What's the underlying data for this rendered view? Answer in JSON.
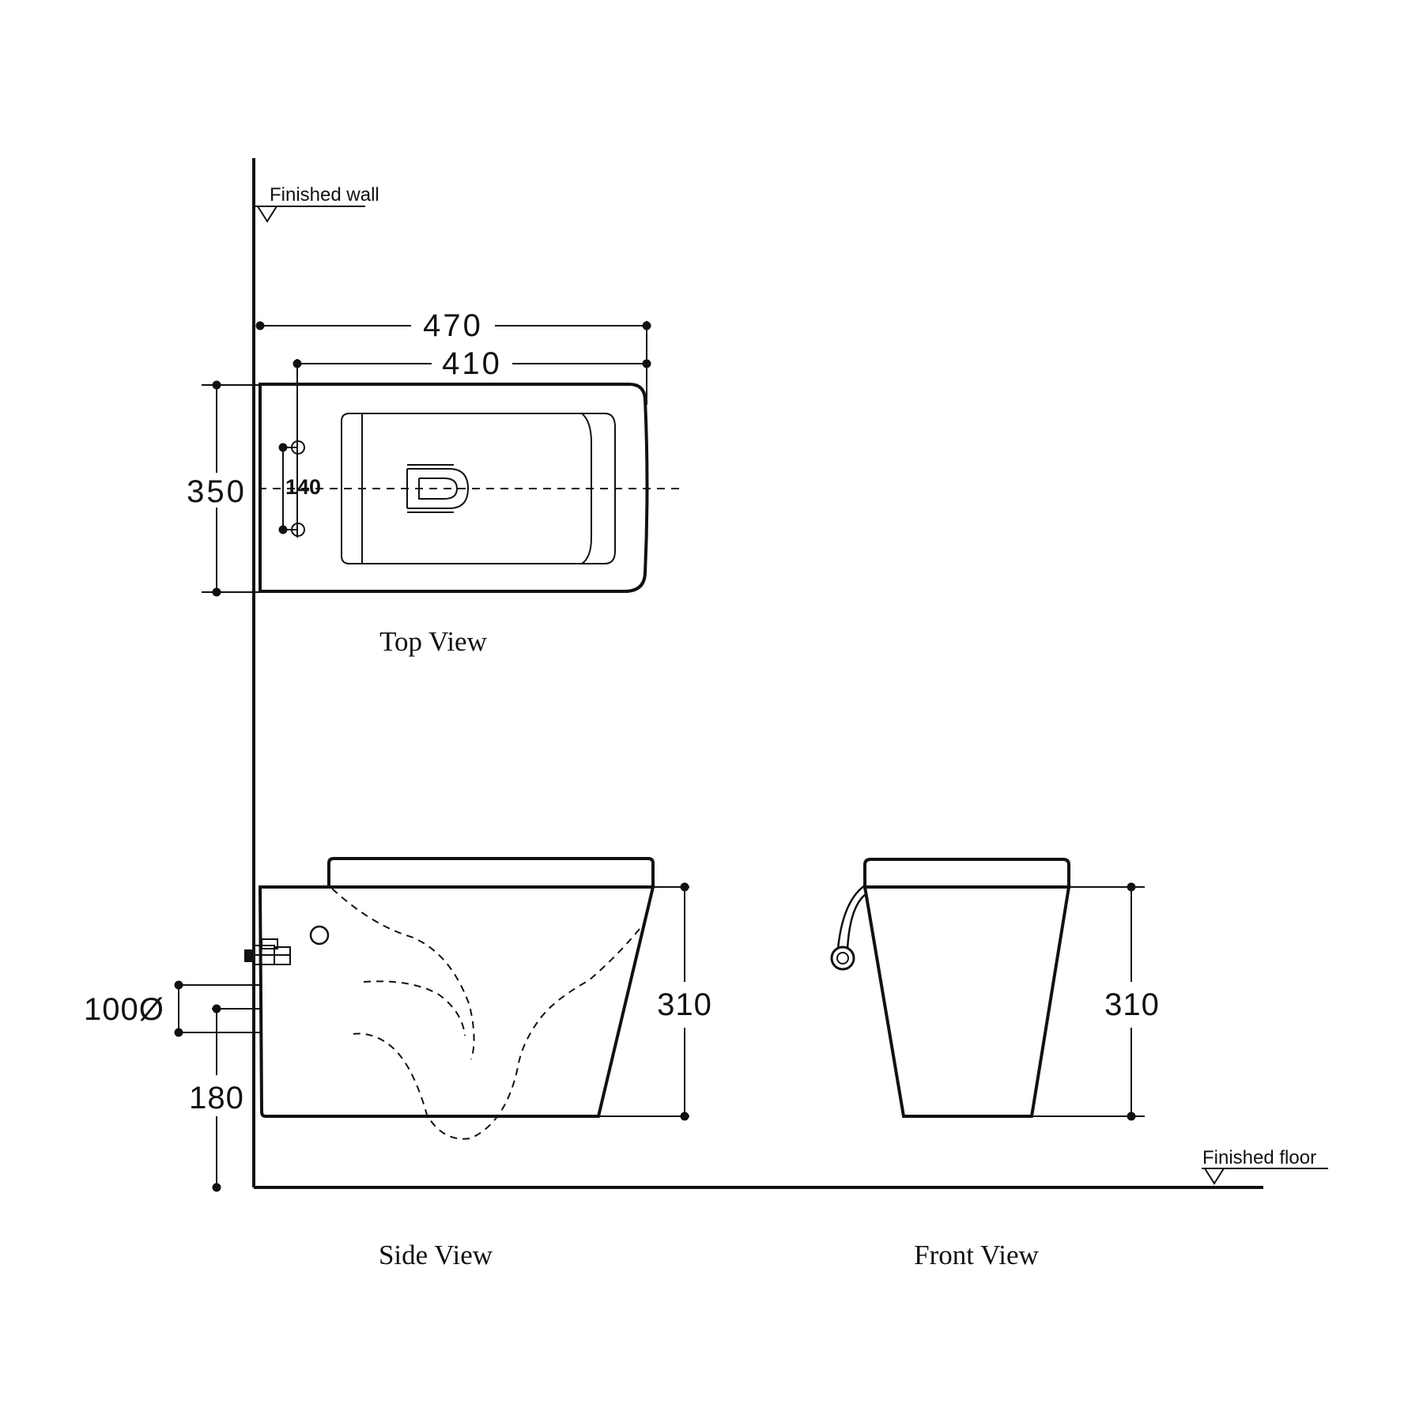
{
  "notes": {
    "finished_wall": "Finished wall",
    "finished_floor": "Finished floor"
  },
  "captions": {
    "top_view": "Top View",
    "side_view": "Side View",
    "front_view": "Front View"
  },
  "dimensions": {
    "top_overall_length": "470",
    "top_bowl_length": "410",
    "top_width": "350",
    "top_bolt_spacing": "140",
    "side_height": "310",
    "side_outlet_diameter": "100Ø",
    "side_outlet_height": "180",
    "front_height": "310"
  },
  "colors": {
    "line": "#111111",
    "background": "#ffffff"
  }
}
